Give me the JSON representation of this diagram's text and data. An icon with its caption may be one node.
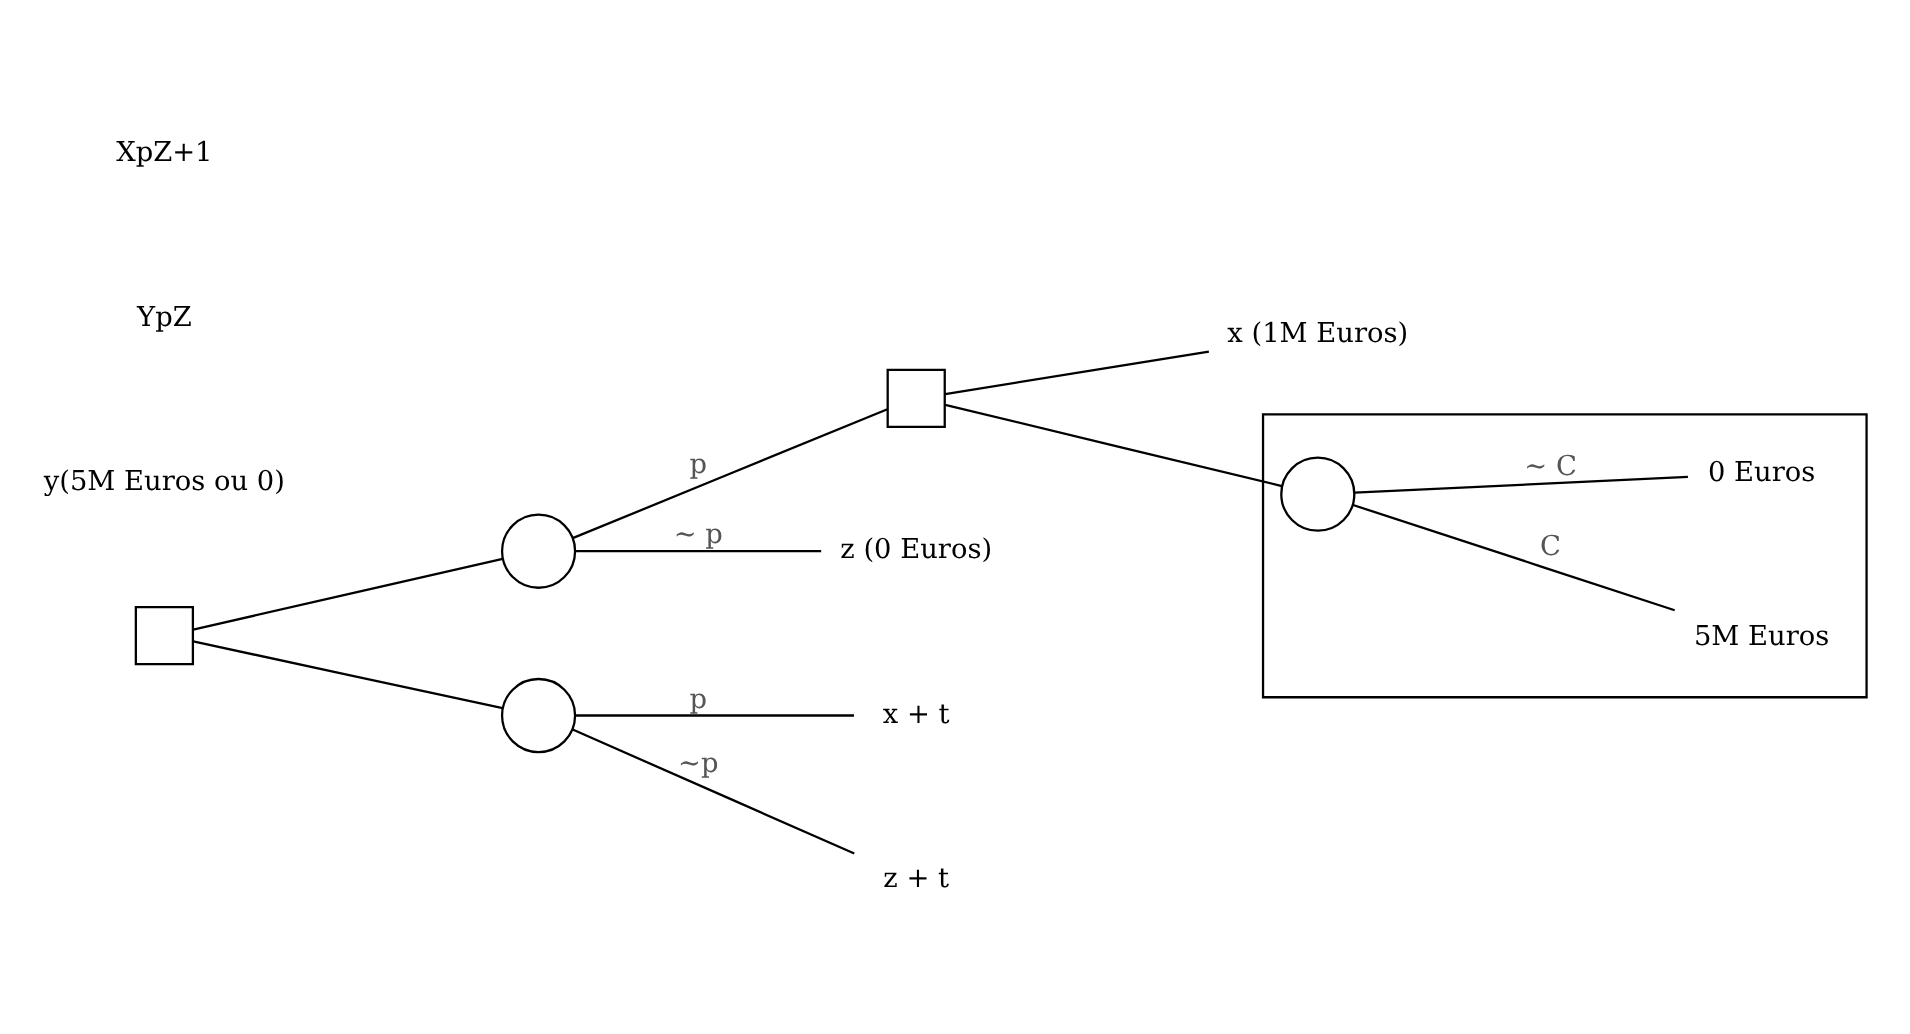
{
  "diagram": {
    "nodes": [
      {
        "text": [],
        "shape": "box"
      },
      {
        "text": [],
        "shape": "circle"
      },
      {
        "text": [],
        "shape": "box"
      },
      {
        "text": [
          "x (1M Euros)"
        ]
      },
      {
        "text": [],
        "shape": "box"
      },
      {
        "text": [],
        "shape": "circle",
        "in": 4
      },
      {
        "text": [
          "5M Euros"
        ],
        "in": 4
      },
      {
        "text": [
          "0 Euros"
        ],
        "in": 4
      },
      {
        "text": [
          "z (0 Euros)"
        ]
      },
      {
        "text": [],
        "shape": "circle"
      },
      {
        "text": [
          "x + t"
        ]
      },
      {
        "text": [
          "z + t"
        ]
      }
    ],
    "edges": [
      {
        "from": 0,
        "to": 1,
        "arrow": "none"
      },
      {
        "from": 1,
        "to": 2,
        "arrow": "none",
        "label": "p"
      },
      {
        "from": 2,
        "to": 3,
        "arrow": "none"
      },
      {
        "from": 2,
        "to": 5,
        "arrow": "none"
      },
      {
        "from": 5,
        "to": 6,
        "arrow": "none",
        "label": "C"
      },
      {
        "from": 5,
        "to": 7,
        "arrow": "none",
        "label": "~ C"
      },
      {
        "from": 1,
        "to": 8,
        "arrow": "none",
        "label": "~ p"
      },
      {
        "from": 0,
        "to": 9,
        "arrow": "none"
      },
      {
        "from": 9,
        "to": 10,
        "arrow": "none",
        "label": "p"
      },
      {
        "from": 9,
        "to": 11,
        "arrow": "none",
        "label": "~p"
      }
    ],
    "labels": [
      "y(5M Euros ou 0)",
      "YpZ",
      "XpZ+1"
    ]
  }
}
